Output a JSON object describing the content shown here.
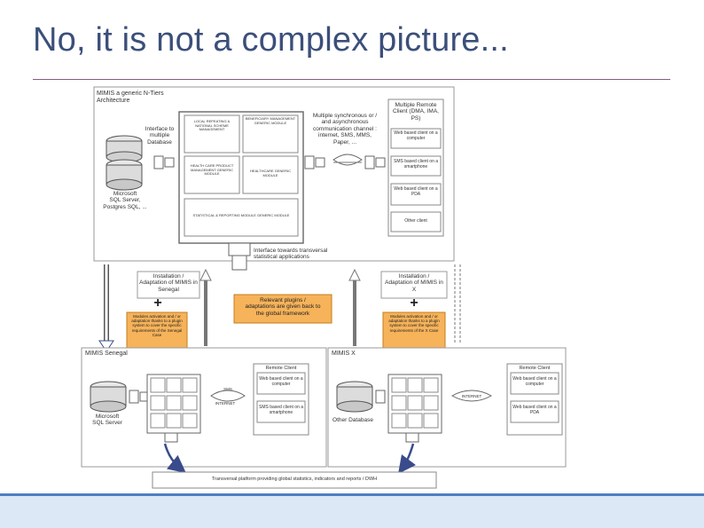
{
  "slide": {
    "title": "No, it is not a complex picture..."
  },
  "top": {
    "frame_label_1": "MIMIS a generic N-Tiers",
    "frame_label_2": "Architecture",
    "db_interface_1": "Interface to",
    "db_interface_2": "multiple",
    "db_interface_3": "Database",
    "db_caption_1": "Microsoft",
    "db_caption_2": "SQL Server,",
    "db_caption_3": "Postgres SQL, ...",
    "module_local": "LOCAL REPEATING & NATIONAL SCHEME MANAGEMENT",
    "module_beneficiary": "BENEFICIARY MANAGEMENT GENERIC MODULE",
    "module_healthcare": "HEALTH CARE PRODUCT MANAGEMENT GENERIC MODULE",
    "module_healthcare_generic": "HEALTHCARE GENERIC MODULE",
    "module_stats": "STATISTICAL & REPORTING MODULE GENERIC MODULE",
    "channels_1": "Multiple synchronous or /",
    "channels_2": "and asynchronous",
    "channels_3": "communication channel :",
    "channels_4": "internet, SMS, MMS,",
    "channels_5": "Paper, ...",
    "remote_title_1": "Multiple Remote",
    "remote_title_2": "Client (DMA, IMA,",
    "remote_title_3": "PS)",
    "client_web": "Web based client on a computer",
    "client_sms": "SMS based client on a smartphone",
    "client_pda": "Web based client on a PDA",
    "client_other": "Other client",
    "transversal_1": "Interface towards transversal",
    "transversal_2": "statistical applications"
  },
  "middle": {
    "inst_left_1": "Installation /",
    "inst_left_2": "Adaptation of MIMIS in",
    "inst_left_3": "Senegal",
    "inst_right_1": "Installation /",
    "inst_right_2": "Adaptation of MIMIS in",
    "inst_right_3": "X",
    "plus": "+",
    "plugins_left": "Modules activation and / or adaptation thanks to a plugin system to cover the specific requirements of the Senegal Case",
    "plugins_right": "Modules activation and / or adaptation thanks to a plugin system to cover the specific requirements of the X Case",
    "relevant_1": "Relevant plugins /",
    "relevant_2": "adaptations are given back to",
    "relevant_3": "the global framework"
  },
  "senegal": {
    "label": "MIMIS Senegal",
    "db_1": "Microsoft",
    "db_2": "SQL Server",
    "sms": "SMS",
    "internet": "INTERNET",
    "remote": "Remote Client",
    "web": "Web based client on a computer",
    "smsclient": "SMS based client on a smartphone"
  },
  "x": {
    "label": "MIMIS X",
    "db": "Other Database",
    "internet": "INTERNET",
    "remote": "Remote Client",
    "web": "Web based client on a computer",
    "pda": "Web based client on a PDA"
  },
  "bottom": {
    "platform": "Transversal platform providing global statistics, indicators and reports / DWH"
  },
  "colors": {
    "orange": "#f6b35a",
    "title": "#3b4f7a",
    "rule": "#7f5f7f",
    "footer": "#dde8f6",
    "arrow_blue": "#3a4b8c"
  }
}
